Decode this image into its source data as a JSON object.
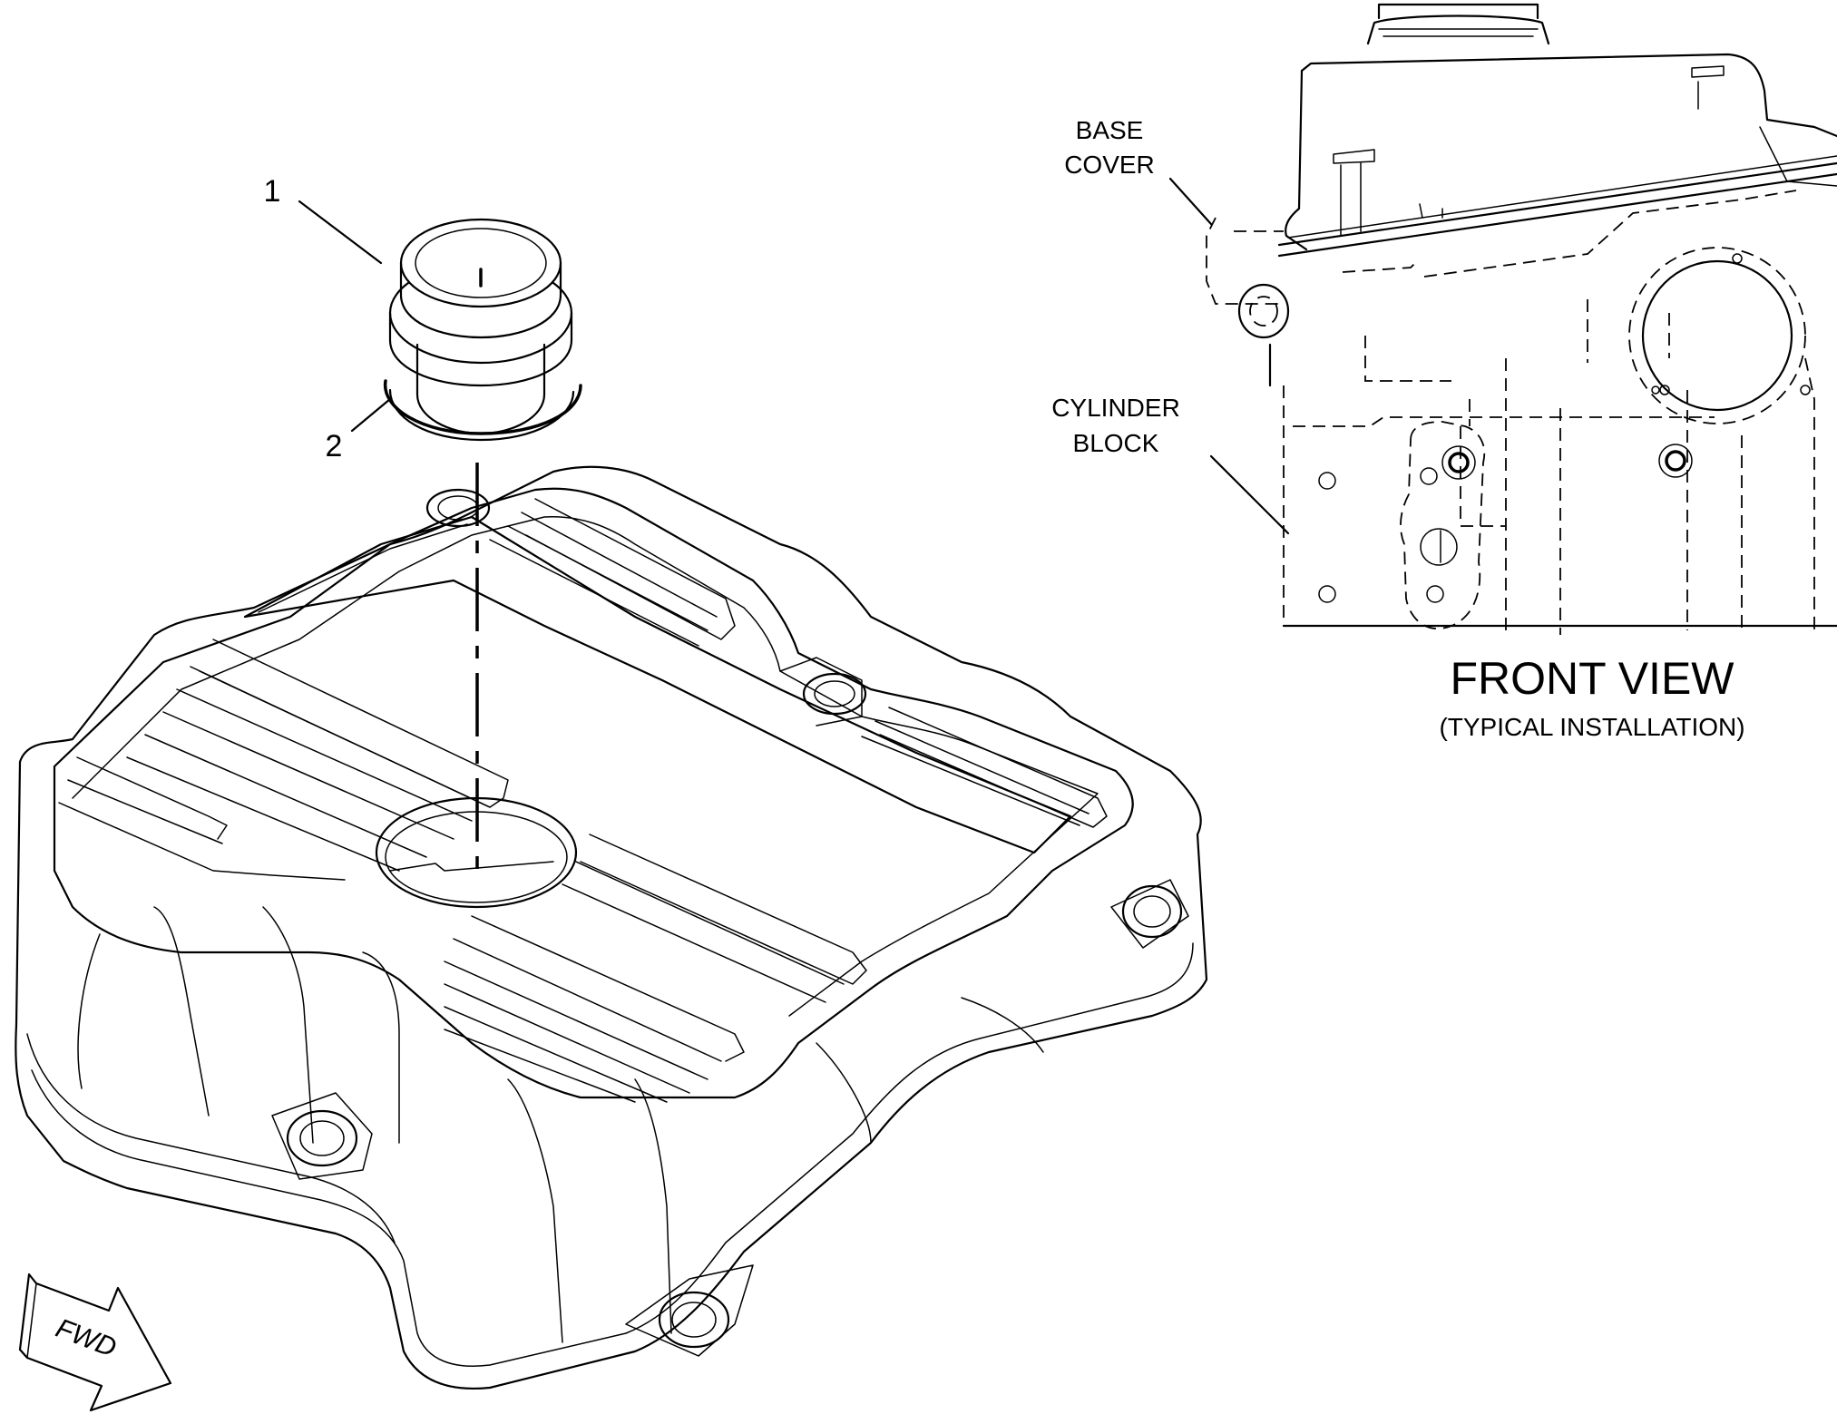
{
  "callouts": {
    "item1": "1",
    "item2": "2"
  },
  "labels": {
    "base_cover_line1": "BASE",
    "base_cover_line2": "COVER",
    "cylinder_block_line1": "CYLINDER",
    "cylinder_block_line2": "BLOCK"
  },
  "front_view": {
    "title": "FRONT VIEW",
    "subtitle": "(TYPICAL INSTALLATION)"
  },
  "direction_arrow": {
    "label": "FWD"
  },
  "icons": {
    "direction_arrow": "fwd-arrow-icon"
  },
  "colors": {
    "line": "#000000",
    "background": "#ffffff"
  }
}
